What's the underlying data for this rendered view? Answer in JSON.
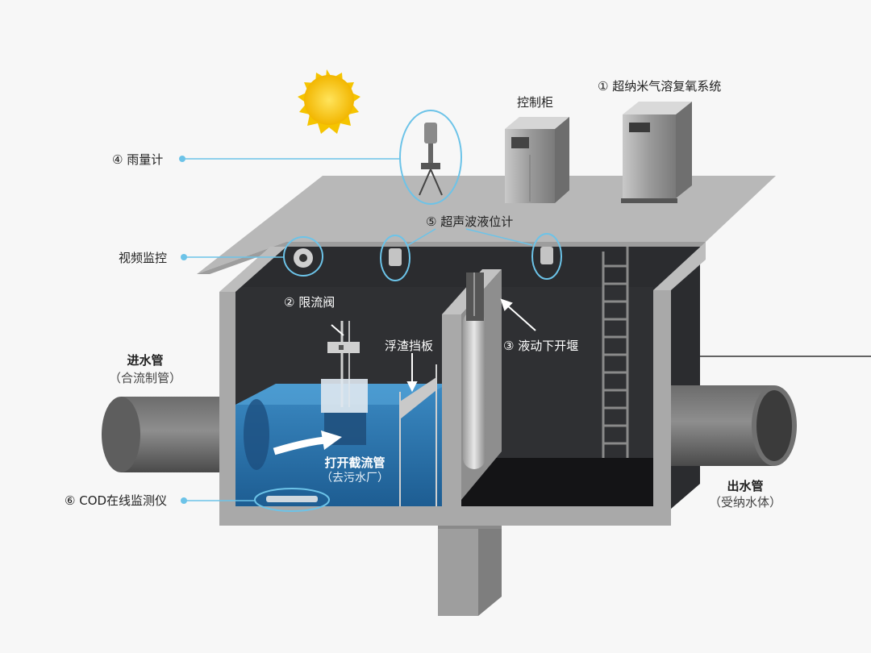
{
  "labels": {
    "nano_system": "① 超纳米气溶复氧系统",
    "control_cabinet": "控制柜",
    "rain_gauge": "④  雨量计",
    "ultrasonic_level": "⑤ 超声波液位计",
    "video_monitor": "视频监控",
    "flow_limit_valve": "② 限流阀",
    "scum_baffle": "浮渣挡板",
    "weir": "③ 液动下开堰",
    "inlet_title": "进水管",
    "inlet_sub": "（合流制管）",
    "outlet_title": "出水管",
    "outlet_sub": "（受纳水体）",
    "intercept_title": "打开截流管",
    "intercept_sub": "（去污水厂）",
    "cod_monitor": "⑥ COD在线监测仪"
  },
  "colors": {
    "concrete": "#a9a9a9",
    "concrete_top": "#b8b8b8",
    "interior": "#2b2c2f",
    "water": "#2a78b3",
    "leader_line": "#6cc3e8",
    "sun": "#f5c400"
  }
}
